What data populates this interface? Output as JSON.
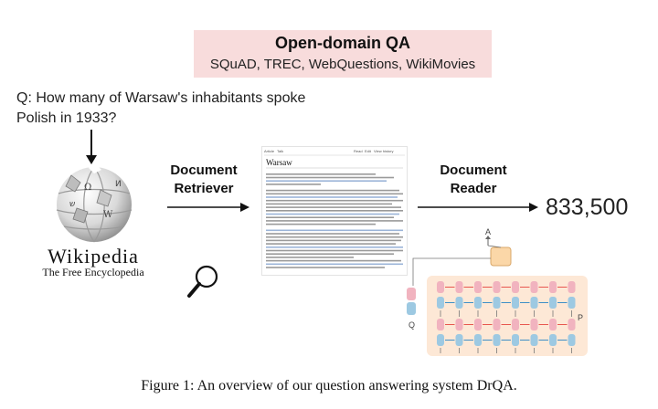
{
  "title": {
    "main": "Open-domain QA",
    "datasets": "SQuAD, TREC, WebQuestions, WikiMovies"
  },
  "question": "Q:  How many of Warsaw's inhabitants spoke Polish in 1933?",
  "wikipedia": {
    "wordmark": "Wikipedia",
    "tagline": "The Free Encyclopedia"
  },
  "retriever": {
    "line1": "Document",
    "line2": "Retriever"
  },
  "reader": {
    "line1": "Document",
    "line2": "Reader"
  },
  "document": {
    "title": "Warsaw",
    "tabs": [
      "Article",
      "Talk"
    ],
    "actions": [
      "Read",
      "Edit",
      "View history"
    ]
  },
  "model": {
    "q_label": "Q",
    "p_label": "P",
    "a_label": "A"
  },
  "answer": "833,500",
  "caption": "Figure 1:  An overview of our question answering system DrQA.",
  "colors": {
    "title_box": "#f8dcdc",
    "pink_cell": "#f1b3bf",
    "blue_cell": "#9dc9e2",
    "orange_cell": "#fbe0c6",
    "output_box": "#fbd7a8",
    "forward_arrow": "#e8574f",
    "backward_arrow": "#3f8fc6"
  },
  "icons": [
    "globe-puzzle-icon",
    "magnifier-icon",
    "down-arrow-icon",
    "right-arrow-icon"
  ]
}
